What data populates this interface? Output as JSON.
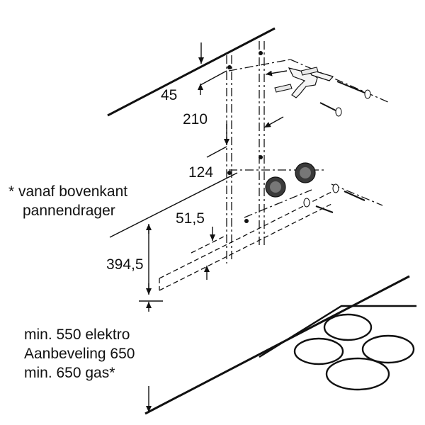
{
  "dimensions": {
    "d45": "45",
    "d210": "210",
    "d124": "124",
    "d51_5": "51,5",
    "d394_5": "394,5"
  },
  "notes": {
    "asterisk_line1": "* vanaf bovenkant",
    "asterisk_line2": "pannendrager"
  },
  "clearance": {
    "line1": "min. 550 elektro",
    "line2": "Aanbeveling 650",
    "line3": "min. 650 gas*"
  }
}
